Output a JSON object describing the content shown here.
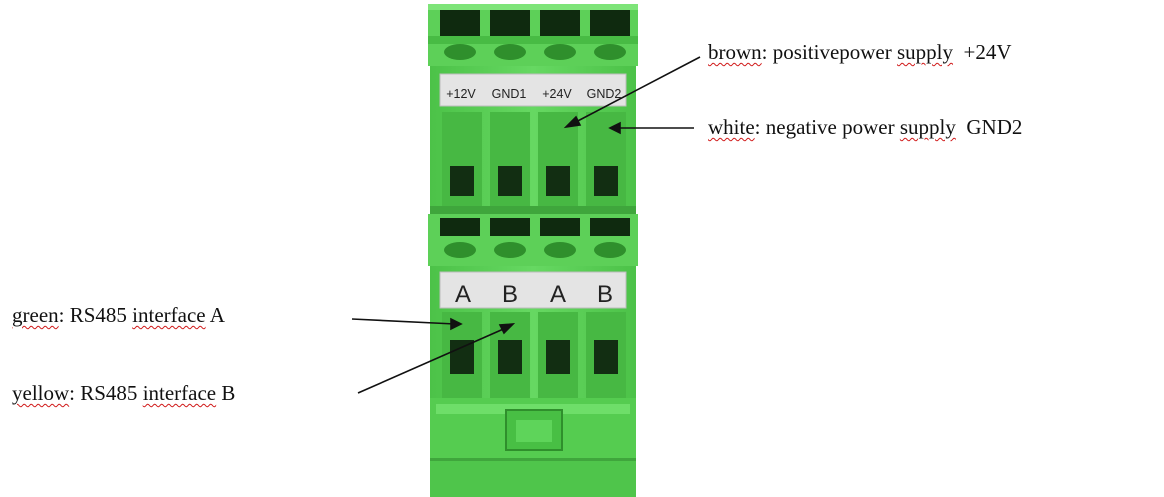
{
  "upper_terminal": {
    "labels": [
      "+12V",
      "GND1",
      "+24V",
      "GND2"
    ]
  },
  "lower_terminal": {
    "labels": [
      "A",
      "B",
      "A",
      "B"
    ]
  },
  "annotations": {
    "brown": {
      "color_word": "brown",
      "desc_a": "positive",
      "desc_b": "power",
      "desc_c": "supply",
      "value": "+24V"
    },
    "white": {
      "color_word": "white",
      "desc_a": "negative",
      "desc_b": "power",
      "desc_c": "supply",
      "value": "GND2"
    },
    "green": {
      "color_word": "green",
      "desc_a": "RS485",
      "desc_b": "interface",
      "value": "A"
    },
    "yellow": {
      "color_word": "yellow",
      "desc_a": "RS485",
      "desc_b": "interface",
      "value": "B"
    }
  },
  "colors": {
    "housing": "#5fd15a",
    "housing_dark": "#3aa83a",
    "housing_light": "#8ae385",
    "socket": "#143214",
    "label_strip": "#e4e4e4",
    "text": "#111111",
    "spellcheck_underline": "#d01818"
  }
}
